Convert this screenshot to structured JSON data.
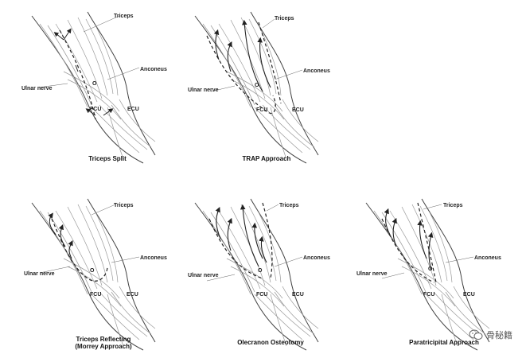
{
  "labels": {
    "triceps": "Triceps",
    "anconeus": "Anconeus",
    "ulnar_nerve": "Ulnar nerve",
    "fcu": "FCU",
    "ecu": "ECU",
    "o": "O"
  },
  "panels": [
    {
      "caption": "Triceps Split"
    },
    {
      "caption": "TRAP Approach"
    },
    {
      "caption_line1": "Triceps Reflecting",
      "caption_line2": "(Morrey Approach)"
    },
    {
      "caption": "Olecranon Osteotomy"
    },
    {
      "caption": "Paratricipital Approach"
    }
  ],
  "watermark": {
    "text": "骨秘籍",
    "icon": "wechat-logo-icon"
  },
  "colors": {
    "line": "#333333",
    "muscle": "#999999",
    "background": "#ffffff"
  }
}
